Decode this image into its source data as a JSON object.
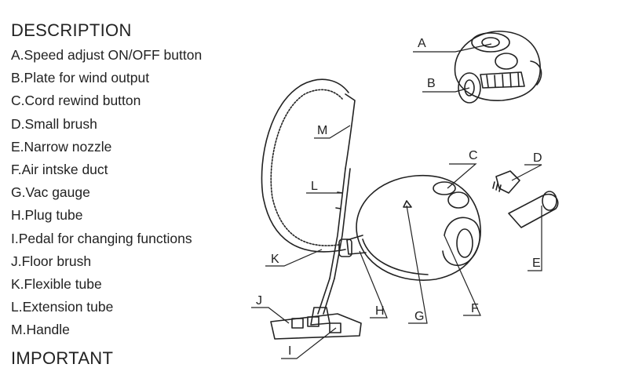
{
  "description": {
    "heading": "DESCRIPTION",
    "items": [
      "A.Speed adjust ON/OFF button",
      "B.Plate for wind output",
      "C.Cord rewind button",
      "D.Small brush",
      "E.Narrow nozzle",
      "F.Air intske duct",
      "G.Vac gauge",
      "H.Plug tube",
      "I.Pedal for changing functions",
      "J.Floor brush",
      "K.Flexible tube",
      "L.Extension tube",
      "M.Handle"
    ]
  },
  "important_heading": "IMPORTANT",
  "labels": {
    "A": "A",
    "B": "B",
    "C": "C",
    "D": "D",
    "E": "E",
    "F": "F",
    "G": "G",
    "H": "H",
    "I": "I",
    "J": "J",
    "K": "K",
    "L": "L",
    "M": "M"
  }
}
